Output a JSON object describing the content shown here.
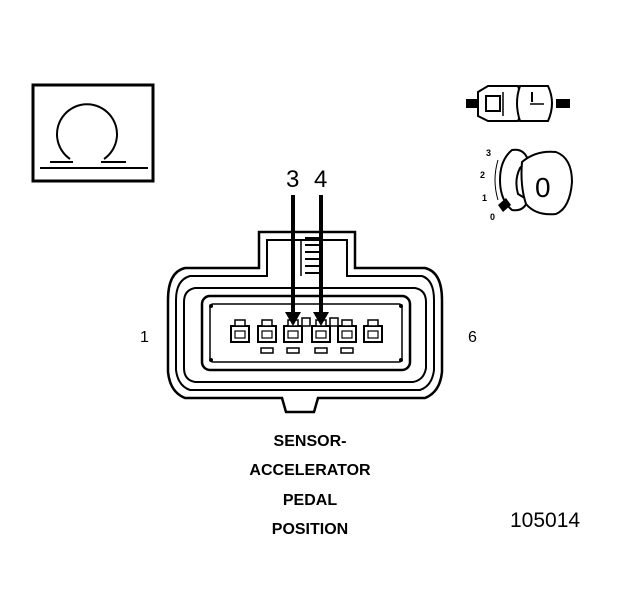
{
  "diagram": {
    "pin_labels": {
      "left": "3",
      "right": "4"
    },
    "end_labels": {
      "left": "1",
      "right": "6"
    },
    "title_lines": [
      "SENSOR-",
      "ACCELERATOR",
      "PEDAL",
      "POSITION"
    ],
    "figure_number": "105014",
    "dial": {
      "marks": [
        "3",
        "2",
        "1",
        "0"
      ],
      "position": "0"
    },
    "symbol": "omega-icon",
    "connector_icon": "connector-pair-icon"
  }
}
